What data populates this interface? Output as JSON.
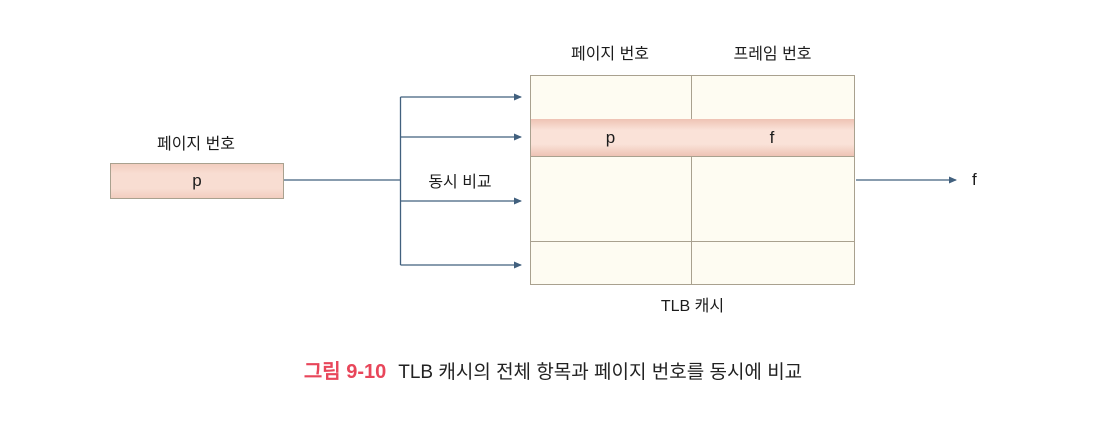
{
  "diagram": {
    "left": {
      "label": "페이지 번호",
      "value": "p"
    },
    "compare_label": "동시 비교",
    "table": {
      "col_headers": [
        "페이지 번호",
        "프레임 번호"
      ],
      "highlight_row": {
        "page": "p",
        "frame": "f"
      },
      "footer_label": "TLB 캐시"
    },
    "output_label": "f"
  },
  "caption": {
    "tag": "그림 9-10",
    "text": "TLB 캐시의 전체 항목과 페이지 번호를 동시에 비교"
  },
  "colors": {
    "highlight_mid": "#fae2d8",
    "highlight_edge": "#eec3b4",
    "box_fill": "#f8ddd2",
    "table_fill": "#fefcf2",
    "border": "#a9a18f",
    "line": "#41607e",
    "caption_accent": "#e8465a"
  }
}
